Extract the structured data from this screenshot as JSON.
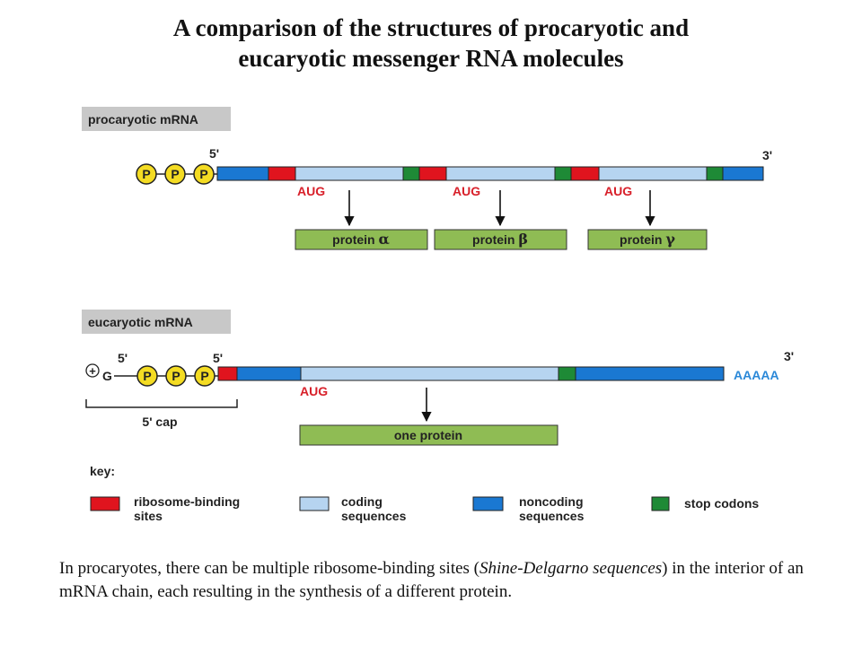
{
  "title": {
    "line1": "A comparison of the structures of procaryotic and",
    "line2": "eucaryotic messenger RNA molecules"
  },
  "prokaryotic": {
    "label": "procaryotic mRNA",
    "five_prime": "5'",
    "three_prime": "3'",
    "phosphate_glyph": "P",
    "start_codon": "AUG",
    "proteins": [
      {
        "prefix": "protein ",
        "symbol": "α"
      },
      {
        "prefix": "protein ",
        "symbol": "β"
      },
      {
        "prefix": "protein ",
        "symbol": "γ"
      }
    ]
  },
  "eukaryotic": {
    "label": "eucaryotic mRNA",
    "plus_glyph": "+",
    "g_glyph": "G",
    "cap_five_prime": "5'",
    "five_prime": "5'",
    "three_prime": "3'",
    "phosphate_glyph": "P",
    "poly_a": "AAAAA",
    "start_codon": "AUG",
    "cap_label": "5' cap",
    "protein": "one protein"
  },
  "key": {
    "title": "key:",
    "items": [
      {
        "line1": "ribosome-binding",
        "line2": "sites",
        "color": "#e0141e"
      },
      {
        "line1": "coding",
        "line2": "sequences",
        "color": "#b6d4f0"
      },
      {
        "line1": "noncoding",
        "line2": "sequences",
        "color": "#1a78d2"
      },
      {
        "line1": "stop codons",
        "line2": "",
        "color": "#1e8a36"
      }
    ]
  },
  "colors": {
    "ribosome_binding": "#e0141e",
    "coding": "#b6d4f0",
    "noncoding": "#1a78d2",
    "stop": "#1e8a36",
    "protein_box": "#8fbc54",
    "phosphate": "#f4dc23",
    "label_red": "#d8202a",
    "poly_a": "#2a88d8",
    "label_bg": "#c8c8c8"
  },
  "caption": {
    "part1": "In procaryotes, there can be multiple ribosome-binding sites (",
    "italic": "Shine-Delgarno sequences",
    "part2": ") in the interior of an mRNA chain, each resulting in the synthesis of a different protein."
  }
}
